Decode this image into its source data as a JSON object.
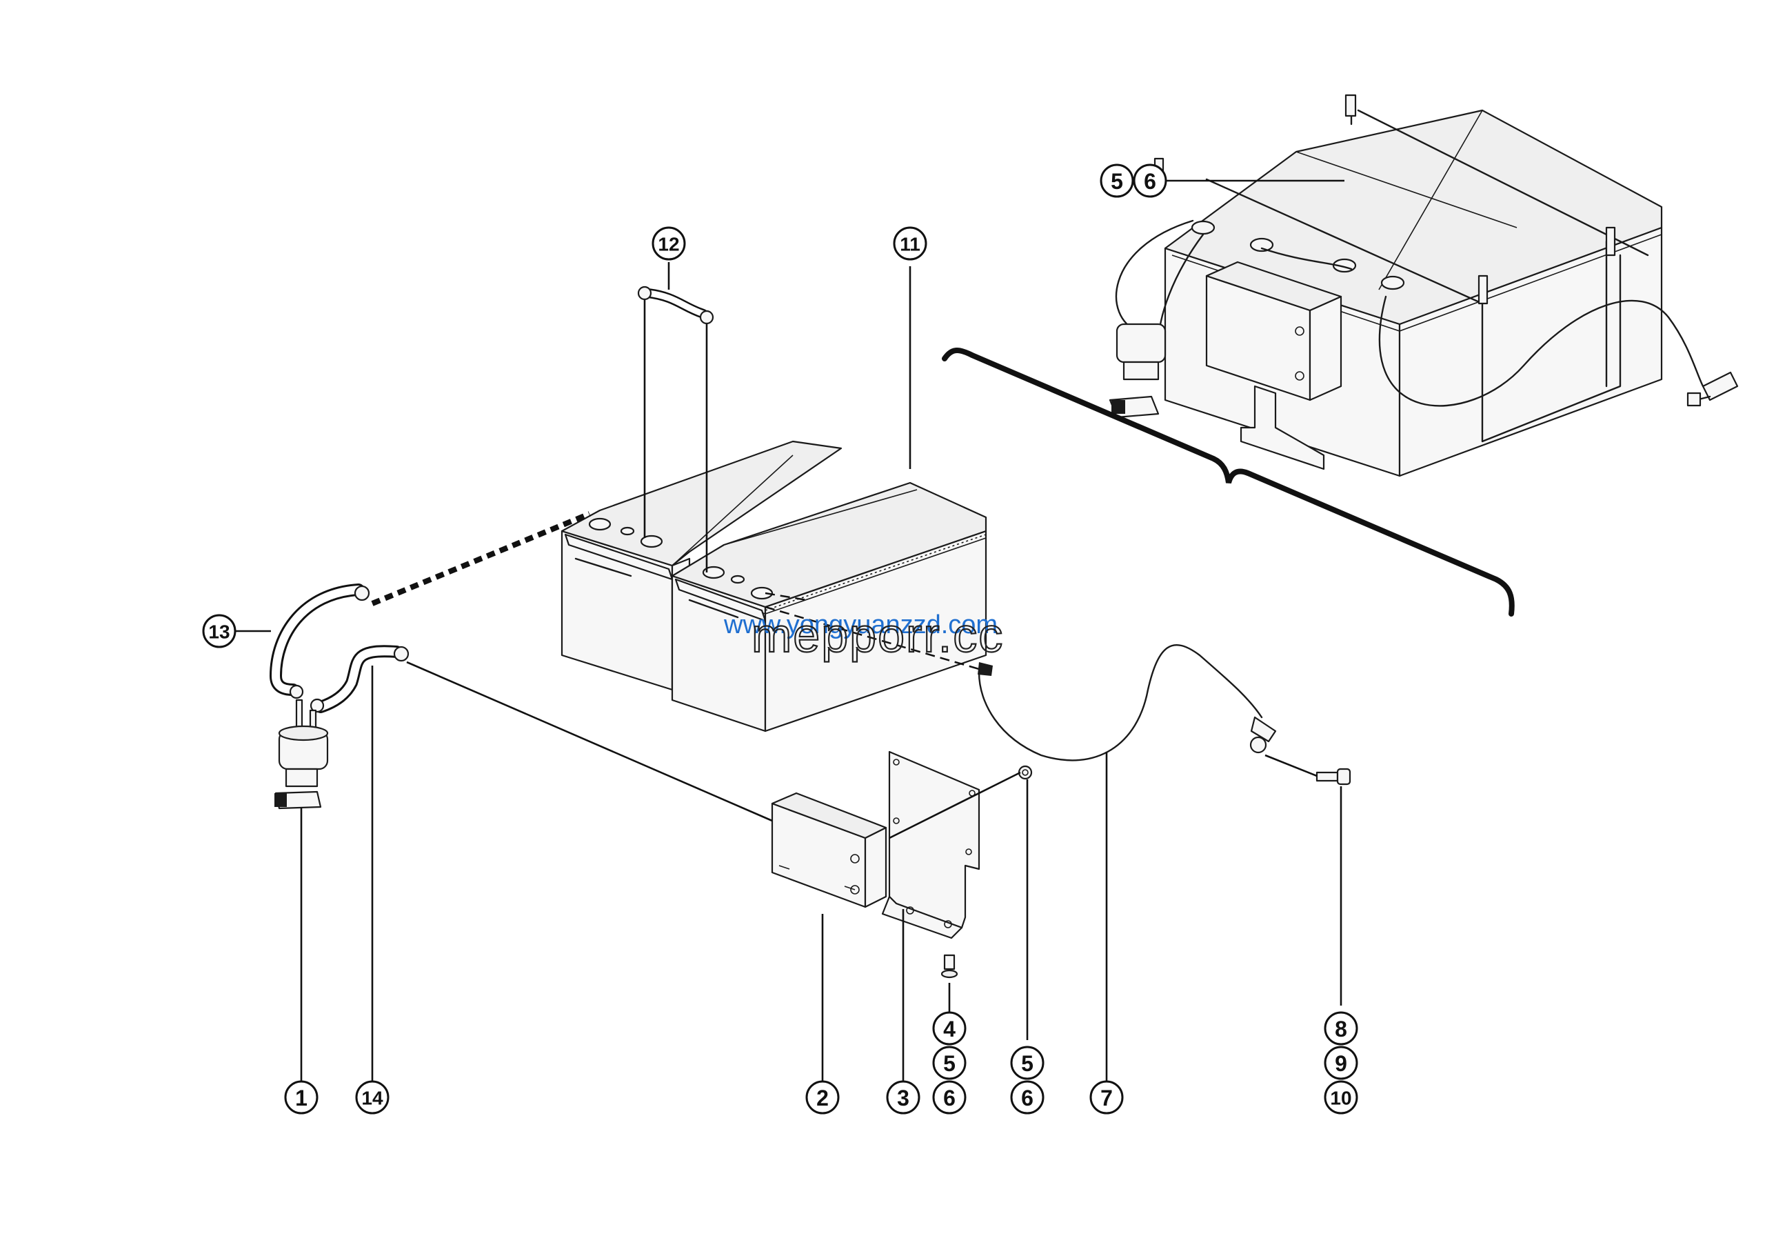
{
  "callouts": [
    {
      "id": "c1",
      "label": "1"
    },
    {
      "id": "c2",
      "label": "2"
    },
    {
      "id": "c3",
      "label": "3"
    },
    {
      "id": "c4",
      "label": "4"
    },
    {
      "id": "c5a",
      "label": "5"
    },
    {
      "id": "c6a",
      "label": "6"
    },
    {
      "id": "c5b",
      "label": "5"
    },
    {
      "id": "c6b",
      "label": "6"
    },
    {
      "id": "c7",
      "label": "7"
    },
    {
      "id": "c8",
      "label": "8"
    },
    {
      "id": "c9",
      "label": "9"
    },
    {
      "id": "c10",
      "label": "10"
    },
    {
      "id": "c11",
      "label": "11"
    },
    {
      "id": "c12",
      "label": "12"
    },
    {
      "id": "c13",
      "label": "13"
    },
    {
      "id": "c14",
      "label": "14"
    },
    {
      "id": "c5c",
      "label": "5"
    },
    {
      "id": "c6c",
      "label": "6"
    }
  ],
  "watermark": {
    "line1": "www.yongyuanzzd.com",
    "line2": "mepporr.cc"
  }
}
